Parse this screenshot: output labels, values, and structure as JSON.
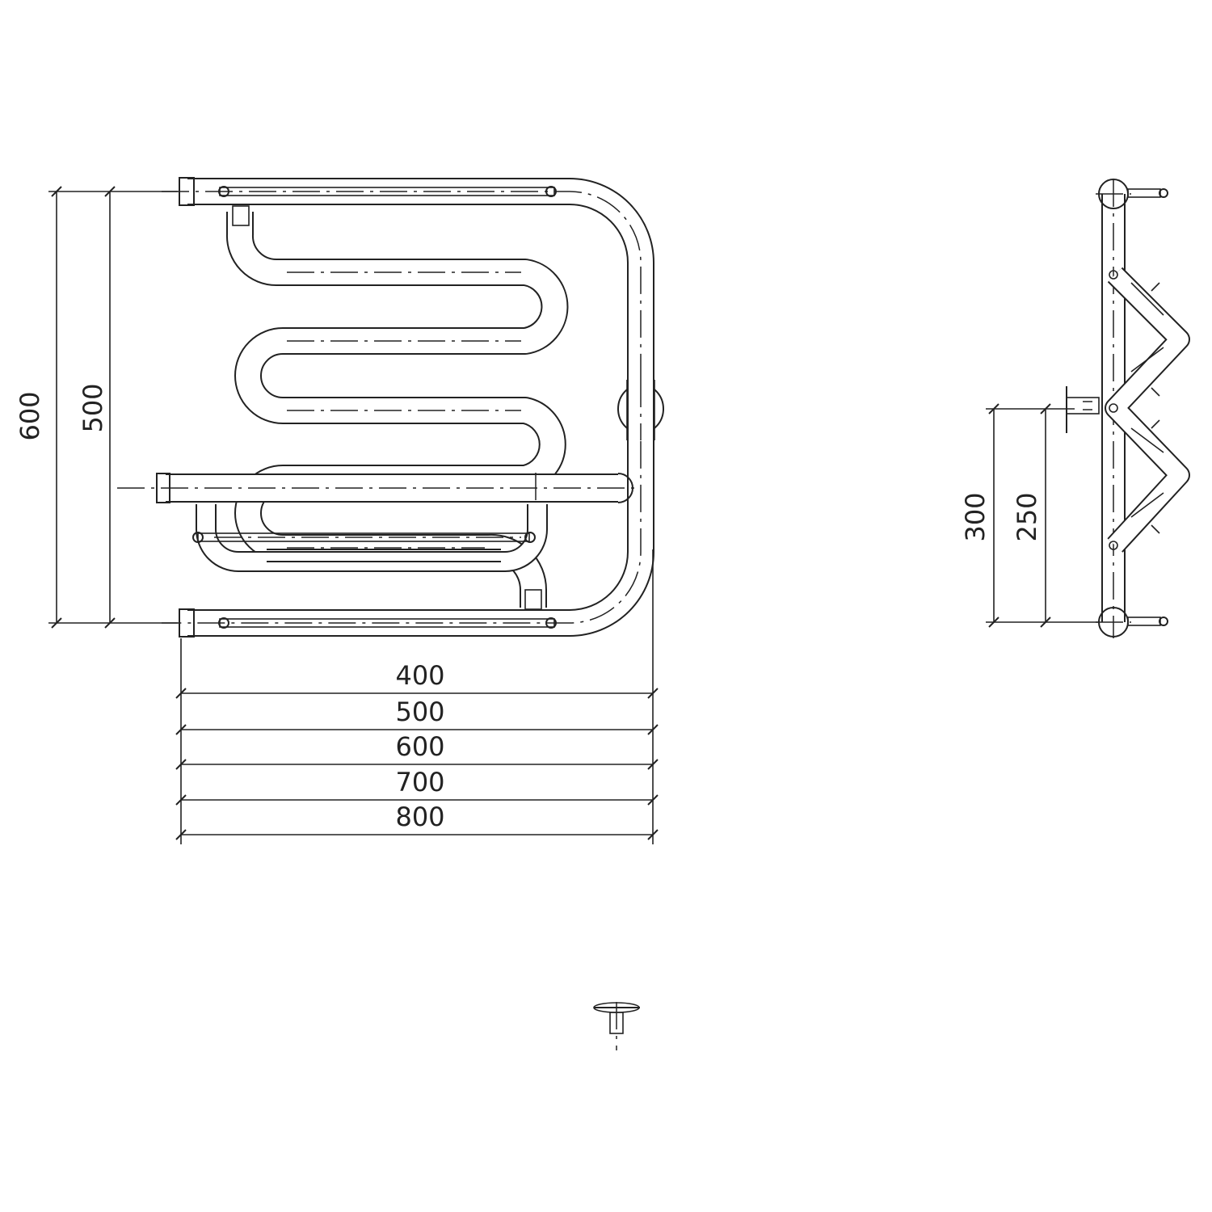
{
  "front_view": {
    "height_dims": [
      "600",
      "500"
    ],
    "width_dims": [
      "400",
      "500",
      "600",
      "700",
      "800"
    ]
  },
  "side_view": {
    "dims": [
      "300",
      "250"
    ]
  },
  "colors": {
    "line": "#222222",
    "background": "#ffffff"
  }
}
